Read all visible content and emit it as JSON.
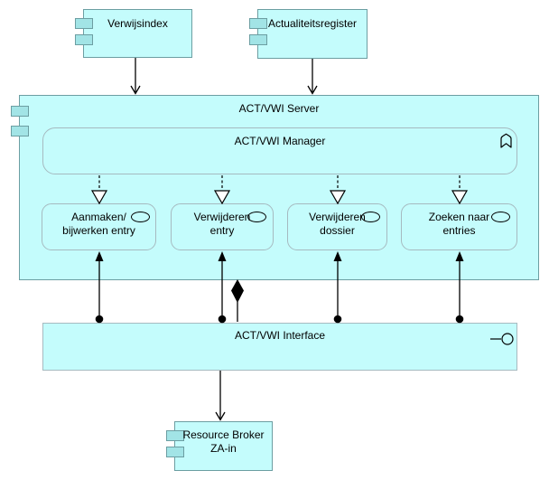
{
  "diagram": {
    "nodes": {
      "verwijsindex": {
        "label": "Verwijsindex",
        "icon": "uml-component-icon"
      },
      "actualiteitsregister": {
        "label": "Actualiteitsregister",
        "icon": "uml-component-icon"
      },
      "server": {
        "label": "ACT/VWI Server",
        "icon": "uml-component-icon"
      },
      "manager": {
        "label": "ACT/VWI Manager",
        "icon": "chevron-function-icon"
      },
      "services": [
        {
          "label": "Aanmaken/\nbijwerken entry",
          "icon": "ellipse-service-icon"
        },
        {
          "label": "Verwijderen\nentry",
          "icon": "ellipse-service-icon"
        },
        {
          "label": "Verwijderen\ndossier",
          "icon": "ellipse-service-icon"
        },
        {
          "label": "Zoeken naar\nentries",
          "icon": "ellipse-service-icon"
        }
      ],
      "interface": {
        "label": "ACT/VWI Interface",
        "icon": "lollipop-interface-icon"
      },
      "broker": {
        "label": "Resource Broker\nZA-in",
        "icon": "uml-component-icon"
      }
    },
    "connectors": {
      "flow_down_1": "Verwijsindex → ACT/VWI Server",
      "flow_down_2": "Actualiteitsregister → ACT/VWI Server",
      "realizations": "ACT/VWI Manager ⇢ four services (hollow triangle, dashed)",
      "service_links": "ACT/VWI Interface ●— four services (ball + filled arrow)",
      "composition": "ACT/VWI Server ◆ ACT/VWI Interface",
      "flow_down_3": "ACT/VWI Interface → Resource Broker ZA-in"
    },
    "colors": {
      "background": "#ffffff",
      "node_fill": "#c4fcfc",
      "component_border": "#6c9ea2",
      "rounded_border": "#a6bac0",
      "icon_chip_fill": "#a2e4e6",
      "connector": "#000000",
      "realization_head_fill": "#ffffff"
    }
  }
}
